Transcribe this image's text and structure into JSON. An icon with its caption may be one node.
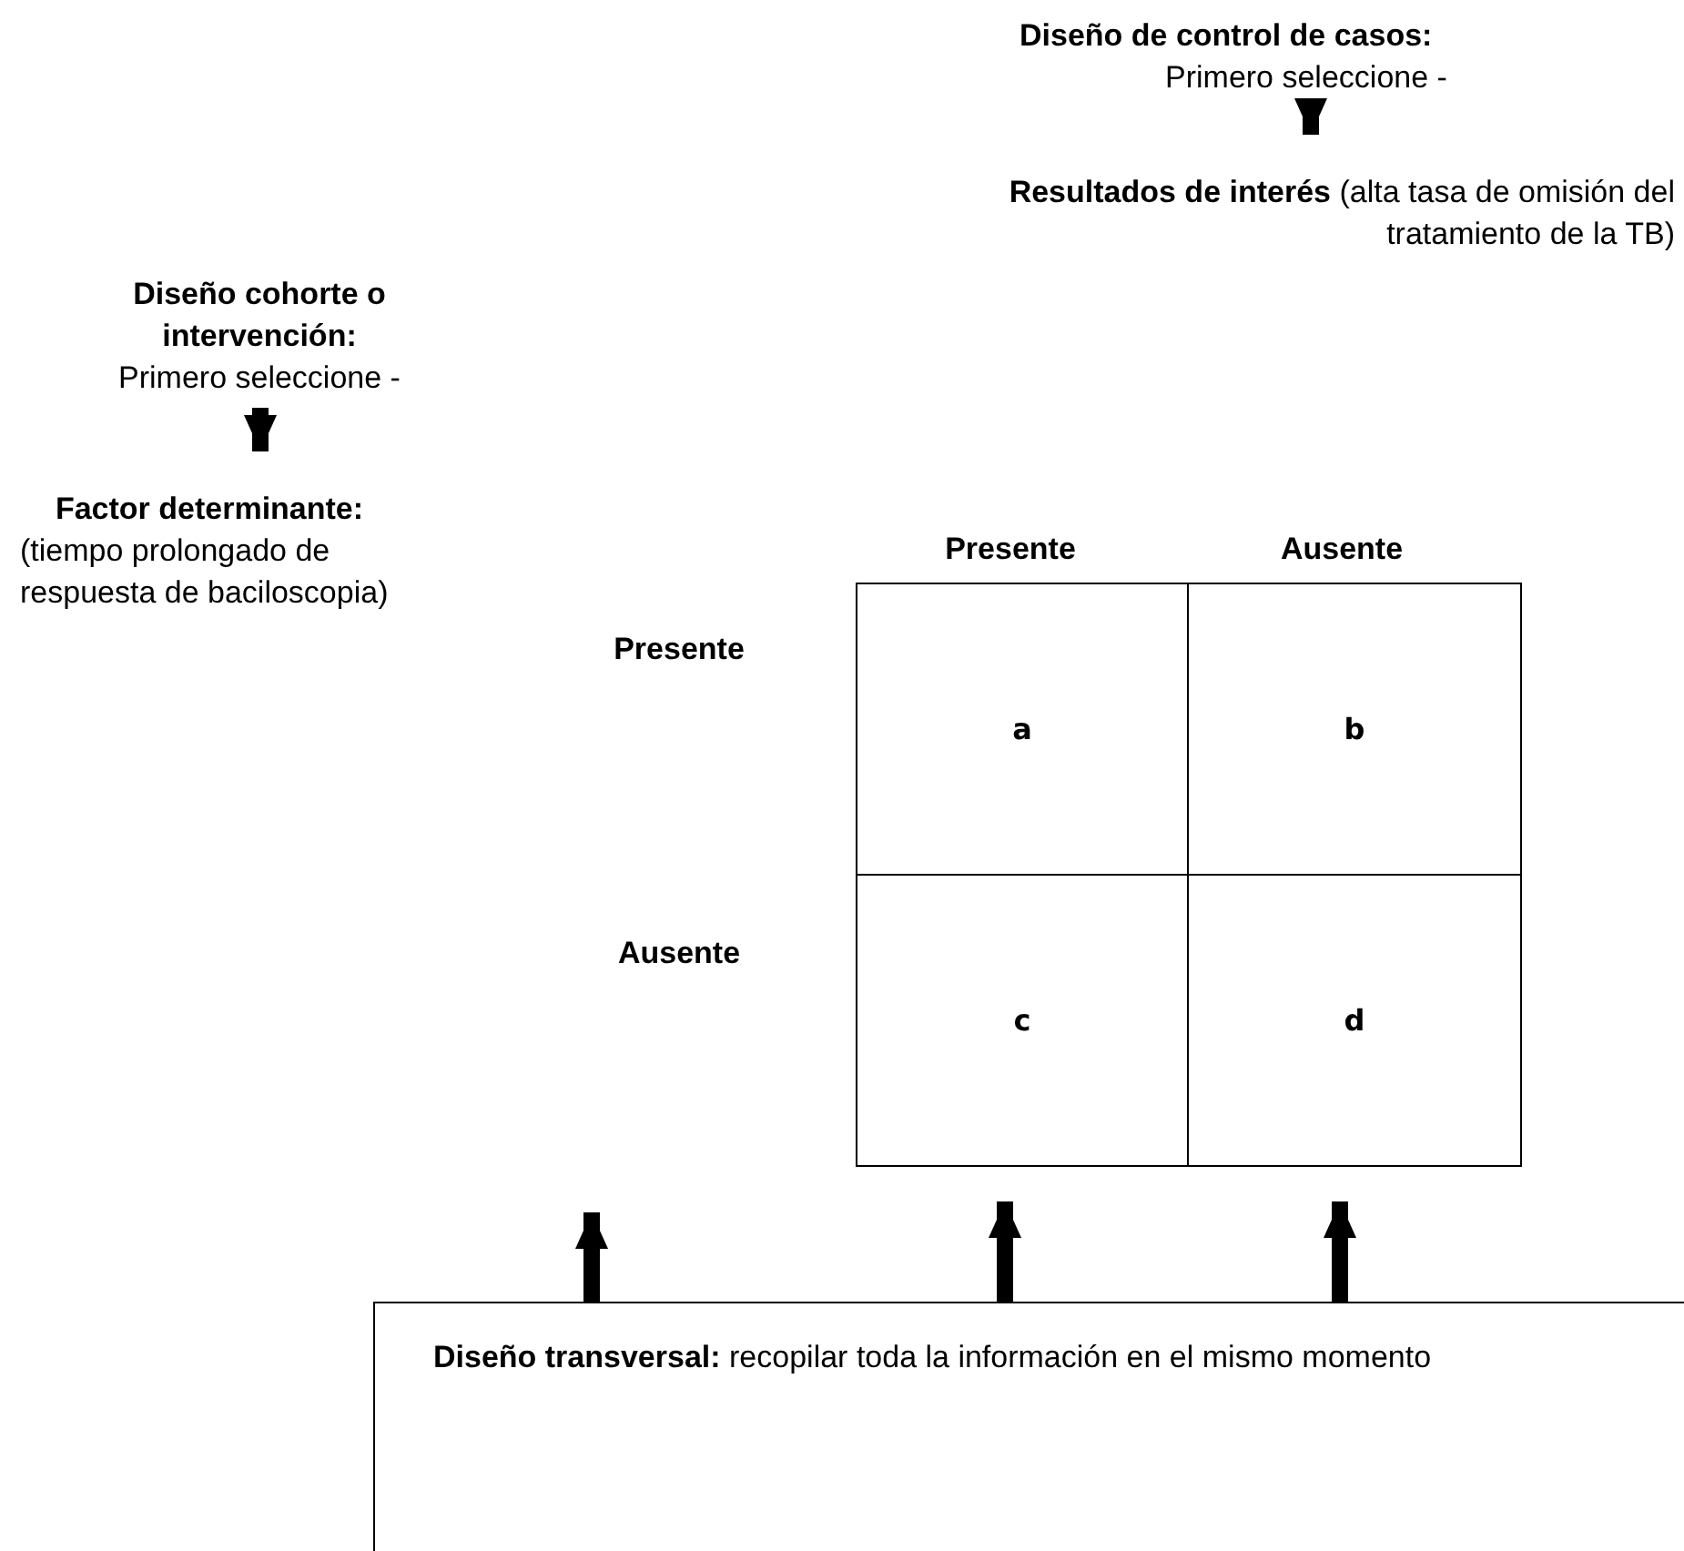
{
  "diagram": {
    "nodes": [
      {
        "text": [
          "Diseño de control de casos:",
          "Primero seleccione -"
        ]
      },
      {
        "text": [
          "**Resultados de interés** (alta tasa de omisión del tratamiento de la TB)"
        ]
      },
      {
        "text": [
          "Diseño cohorte o intervención:",
          "Primero seleccione -"
        ]
      },
      {
        "text": [
          "Factor determinante:",
          "(tiempo prolongado de respuesta de baciloscopia)"
        ]
      },
      {
        "text": [
          "a"
        ]
      },
      {
        "text": [
          "b"
        ]
      },
      {
        "text": [
          "c"
        ]
      },
      {
        "text": [
          "d"
        ]
      },
      {
        "text": [
          "**Diseño transversal:** recopilar toda la información en el mismo momento"
        ]
      }
    ],
    "edges": [
      {
        "from": 0,
        "to": 1,
        "arrow": "to"
      },
      {
        "from": 2,
        "to": 3,
        "arrow": "to"
      },
      {
        "from": 8,
        "to": null,
        "arrow": "to"
      },
      {
        "from": 8,
        "to": 6,
        "arrow": "to"
      },
      {
        "from": 8,
        "to": 7,
        "arrow": "to"
      }
    ],
    "labels": [
      "Presente",
      "Ausente",
      "Presente",
      "Ausente"
    ]
  }
}
